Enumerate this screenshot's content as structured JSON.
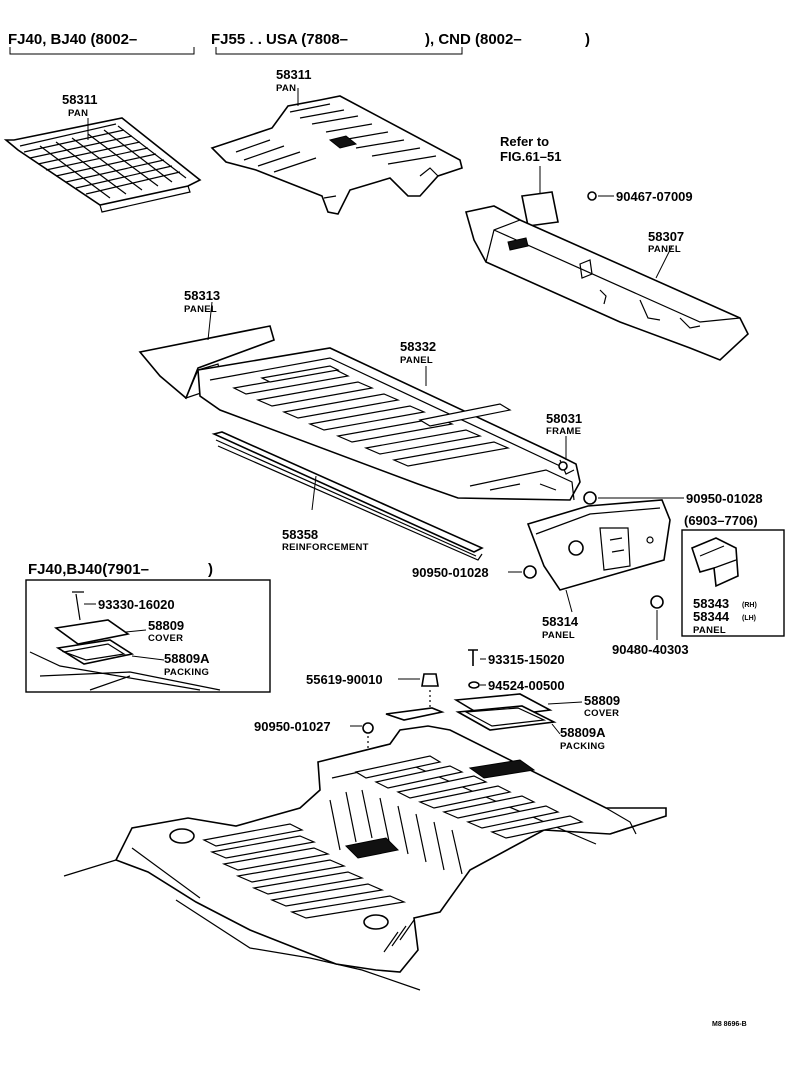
{
  "headers": {
    "left_group": "FJ40, BJ40 (8002–",
    "right_group_a": "FJ55 . . USA (7808–",
    "right_group_b": "), CND (8002–",
    "right_group_c": ")"
  },
  "inset_box": {
    "title": "FJ40,BJ40(7901–",
    "title_close": ")"
  },
  "variant_box": {
    "title": "(6903–7706)"
  },
  "refer_note": {
    "line1": "Refer to",
    "line2": "FIG.61–51"
  },
  "callouts": {
    "pan_left": {
      "part": "58311",
      "name": "PAN"
    },
    "pan_right": {
      "part": "58311",
      "name": "PAN"
    },
    "bolt_90467": {
      "part": "90467-07009"
    },
    "panel_58307": {
      "part": "58307",
      "name": "PANEL"
    },
    "panel_58313": {
      "part": "58313",
      "name": "PANEL"
    },
    "panel_58332": {
      "part": "58332",
      "name": "PANEL"
    },
    "frame_58031": {
      "part": "58031",
      "name": "FRAME"
    },
    "nut_90950_right": {
      "part": "90950-01028"
    },
    "reinf_58358": {
      "part": "58358",
      "name": "REINFORCEMENT"
    },
    "nut_90950_mid": {
      "part": "90950-01028"
    },
    "panel_58314": {
      "part": "58314",
      "name": "PANEL"
    },
    "grommet_90480": {
      "part": "90480-40303"
    },
    "panel_rh": {
      "part": "58343",
      "suffix": "(RH)"
    },
    "panel_lh": {
      "part": "58344",
      "suffix": "(LH)",
      "name": "PANEL"
    },
    "inset_screw": {
      "part": "93330-16020"
    },
    "inset_cover": {
      "part": "58809",
      "name": "COVER"
    },
    "inset_packing": {
      "part": "58809A",
      "name": "PACKING"
    },
    "screw_93315": {
      "part": "93315-15020"
    },
    "plug_55619": {
      "part": "55619-90010"
    },
    "washer_94524": {
      "part": "94524-00500"
    },
    "cover_58809": {
      "part": "58809",
      "name": "COVER"
    },
    "packing_58809a": {
      "part": "58809A",
      "name": "PACKING"
    },
    "nut_90950_01027": {
      "part": "90950-01027"
    }
  },
  "footer": {
    "code": "M8  8696-B"
  }
}
